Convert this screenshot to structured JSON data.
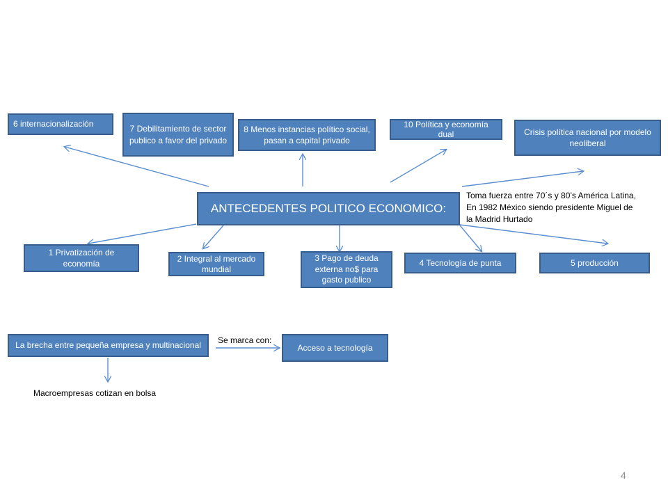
{
  "center": {
    "text": "ANTECEDENTES POLITICO ECONOMICO:"
  },
  "top_nodes": [
    {
      "text": "6 internacionalización"
    },
    {
      "text": "7 Debilitamiento de sector publico a favor del privado"
    },
    {
      "text": "8 Menos instancias político social, pasan a capital privado"
    },
    {
      "text": "10 Política y economía dual"
    },
    {
      "text": "Crisis política nacional por modelo neoliberal"
    }
  ],
  "bottom_nodes": [
    {
      "text": "1 Privatización de economía"
    },
    {
      "text": "2 Integral al mercado mundial"
    },
    {
      "text": "3 Pago de deuda externa no$ para gasto publico"
    },
    {
      "text": "4 Tecnología de punta"
    },
    {
      "text": "5 producción"
    }
  ],
  "note": {
    "line1": "Toma fuerza entre 70´s y 80’s América Latina,",
    "line2": "En 1982   México siendo presidente Miguel de",
    "line3": "la Madrid Hurtado"
  },
  "gap": {
    "box": "La brecha entre pequeña empresa y multinacional",
    "connector_label": "Se marca con:",
    "target": "Acceso a tecnología",
    "result": "Macroempresas cotizan en bolsa"
  },
  "page_number": "4",
  "colors": {
    "box_fill": "#4f81bd",
    "box_border": "#385d8a",
    "arrow": "#5b8fd0"
  }
}
